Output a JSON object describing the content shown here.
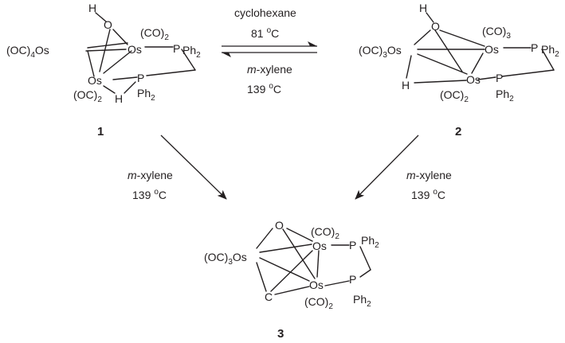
{
  "compound_1": {
    "number": "1",
    "os_left": "(OC)",
    "os_left_sub": "4",
    "os_left_atom": "Os",
    "h_oh": "H",
    "o": "O",
    "co_top": "(CO)",
    "co_top_sub": "2",
    "os_right": "Os",
    "p_top": "P",
    "ph_top": "Ph",
    "ph_top_sub": "2",
    "os_bottom": "Os",
    "p_bottom": "P",
    "ph_bottom": "Ph",
    "ph_bottom_sub": "2",
    "co_bottom": "(OC)",
    "co_bottom_sub": "2",
    "h_bridge": "H"
  },
  "compound_2": {
    "number": "2",
    "h_oh": "H",
    "o": "O",
    "os_left_pre": "(OC)",
    "os_left_sub": "3",
    "os_left_atom": "Os",
    "co_top": "(CO)",
    "co_top_sub": "3",
    "os_right": "Os",
    "p_top": "P",
    "ph_top": "Ph",
    "ph_top_sub": "2",
    "h_bridge": "H",
    "os_bottom": "Os",
    "p_bottom": "P",
    "ph_bottom": "Ph",
    "ph_bottom_sub": "2",
    "co_bottom": "(OC)",
    "co_bottom_sub": "2"
  },
  "compound_3": {
    "number": "3",
    "o": "O",
    "os_left_pre": "(OC)",
    "os_left_sub": "3",
    "os_left_atom": "Os",
    "co_top": "(CO)",
    "co_top_sub": "2",
    "os_right": "Os",
    "p_top": "P",
    "ph_top": "Ph",
    "ph_top_sub": "2",
    "os_bottom": "Os",
    "p_bottom": "P",
    "ph_bottom": "Ph",
    "ph_bottom_sub": "2",
    "c": "C",
    "co_bottom": "(CO)",
    "co_bottom_sub": "2"
  },
  "conditions": {
    "forward_solvent": "cyclohexane",
    "forward_temp": "81",
    "reverse_solvent_italic": "m",
    "reverse_solvent_rest": "-xylene",
    "reverse_temp": "139",
    "left_solvent_italic": "m",
    "left_solvent_rest": "-xylene",
    "left_temp": "139",
    "right_solvent_italic": "m",
    "right_solvent_rest": "-xylene",
    "right_temp": "139",
    "degree_o": "o",
    "degree_c": "C"
  }
}
